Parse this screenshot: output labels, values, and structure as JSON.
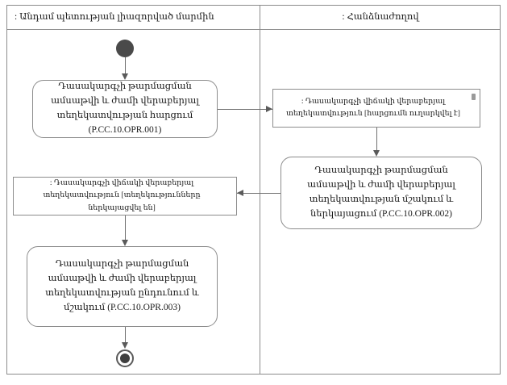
{
  "diagram": {
    "type": "uml-activity-diagram",
    "partitions": [
      {
        "id": "member-state-authority",
        "label": ": Անդամ պետության լիազորված մարմին"
      },
      {
        "id": "commission",
        "label": ": Հանձնաժողով"
      }
    ],
    "nodes": [
      {
        "id": "initial",
        "kind": "initial-node",
        "partition": "member-state-authority",
        "label": ""
      },
      {
        "id": "opr-001",
        "kind": "action",
        "partition": "member-state-authority",
        "label": "Դասակարգչի թարմացման ամսաթվի և ժամի վերաբերյալ տեղեկատվության հարցում (P.CC.10.OPR.001)",
        "operation_code": "P.CC.10.OPR.001"
      },
      {
        "id": "object-request-sent",
        "kind": "object-node",
        "partition": "commission",
        "label": ": Դասակարգչի վիճակի վերաբերյալ տեղեկատվություն [հարցումն ուղարկվել է]",
        "state": "[հարցումն ուղարկվել է]"
      },
      {
        "id": "opr-002",
        "kind": "action",
        "partition": "commission",
        "label": "Դասակարգչի թարմացման ամսաթվի և ժամի վերաբերյալ տեղեկատվության մշակում և ներկայացում (P.CC.10.OPR.002)",
        "operation_code": "P.CC.10.OPR.002"
      },
      {
        "id": "object-info-provided",
        "kind": "object-node",
        "partition": "member-state-authority",
        "label": ": Դասակարգչի վիճակի վերաբերյալ տեղեկատվություն [տեղեկությունները ներկայացվել են]",
        "state": "[տեղեկությունները ներկայացվել են]"
      },
      {
        "id": "opr-003",
        "kind": "action",
        "partition": "member-state-authority",
        "label": "Դասակարգչի թարմացման ամսաթվի և ժամի վերաբերյալ տեղեկատվության ընդունում և մշակում (P.CC.10.OPR.003)",
        "operation_code": "P.CC.10.OPR.003"
      },
      {
        "id": "final",
        "kind": "activity-final-node",
        "partition": "member-state-authority",
        "label": ""
      }
    ],
    "edges": [
      {
        "from": "initial",
        "to": "opr-001",
        "direction": "down"
      },
      {
        "from": "opr-001",
        "to": "object-request-sent",
        "direction": "right"
      },
      {
        "from": "object-request-sent",
        "to": "opr-002",
        "direction": "down"
      },
      {
        "from": "opr-002",
        "to": "object-info-provided",
        "direction": "left"
      },
      {
        "from": "object-info-provided",
        "to": "opr-003",
        "direction": "down"
      },
      {
        "from": "opr-003",
        "to": "final",
        "direction": "down"
      }
    ],
    "colors": {
      "frame_border": "#8c8c8c",
      "node_border": "#8c8c8c",
      "flow_line": "#6f6f6f",
      "initial_node_fill": "#4a4a4a",
      "final_node_fill": "#3f3f3f",
      "background": "#ffffff",
      "text": "#1a1a1a"
    }
  }
}
